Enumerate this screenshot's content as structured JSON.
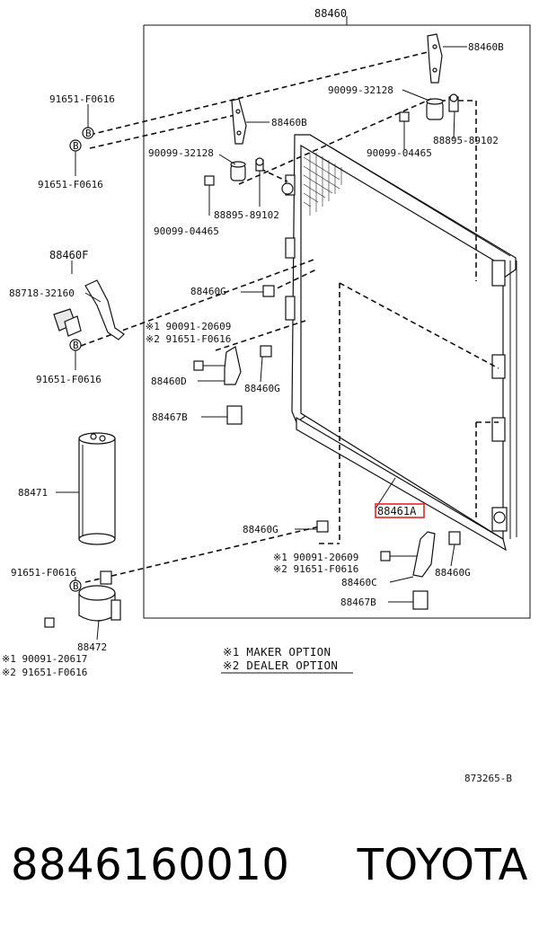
{
  "labels": {
    "top": "88460",
    "bracket_top_right": "88460B",
    "bolt_top_right": "90099-32128",
    "pin_top_right": "88895-89102",
    "cushion_top_right": "90099-04465",
    "bolt_top_left_a": "91651-F0616",
    "bolt_top_left_b": "91651-F0616",
    "bracket_mid": "88460B",
    "bolt_mid": "90099-32128",
    "cushion_mid": "90099-04465",
    "pin_mid": "88895-89102",
    "bracket_f": "88460F",
    "bracket_f_part": "88718-32160",
    "bolt_f": "91651-F0616",
    "clip_g_upper": "88460G",
    "opt1_upper": "※1 90091-20609",
    "opt2_upper": "※2 91651-F0616",
    "bracket_d": "88460D",
    "clip_g_mid": "88460G",
    "block_b_upper": "88467B",
    "receiver": "88471",
    "condenser": "88461A",
    "clip_g_lower": "88460G",
    "opt1_lower": "※1 90091-20609",
    "opt2_lower": "※2 91651-F0616",
    "bracket_c": "88460C",
    "clip_g_right": "88460G",
    "block_b_lower": "88467B",
    "bolt_receiver": "91651-F0616",
    "clamp": "88472",
    "opt1_clamp": "※1 90091-20617",
    "opt2_clamp": "※2 91651-F0616",
    "note1": "※1 MAKER OPTION",
    "note2": "※2 DEALER OPTION",
    "figure_code": "873265-B"
  },
  "footer": {
    "part_number": "8846160010",
    "brand": "TOYOTA"
  },
  "colors": {
    "highlight": "#e8242b",
    "ink": "#111111"
  }
}
